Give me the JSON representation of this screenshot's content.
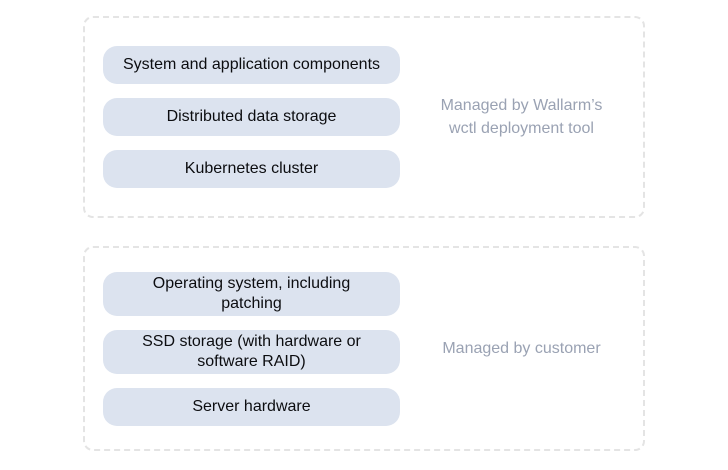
{
  "colors": {
    "page_bg": "#ffffff",
    "box_border": "#e4e4e4",
    "pill_bg": "#dce3ef",
    "pill_text": "#0c0d10",
    "label_text": "#9aa2b3"
  },
  "groups": [
    {
      "name": "managed-by-wallarm",
      "label": {
        "lines": [
          "Managed by Wallarm’s",
          "wctl deployment tool"
        ]
      },
      "pills": [
        {
          "lines": [
            "System and application components"
          ]
        },
        {
          "lines": [
            "Distributed data storage"
          ]
        },
        {
          "lines": [
            "Kubernetes cluster"
          ]
        }
      ]
    },
    {
      "name": "managed-by-customer",
      "label": {
        "lines": [
          "Managed by customer"
        ]
      },
      "pills": [
        {
          "lines": [
            "Operating system, including",
            "patching"
          ]
        },
        {
          "lines": [
            "SSD storage (with hardware or",
            "software RAID)"
          ]
        },
        {
          "lines": [
            "Server hardware"
          ]
        }
      ]
    }
  ]
}
